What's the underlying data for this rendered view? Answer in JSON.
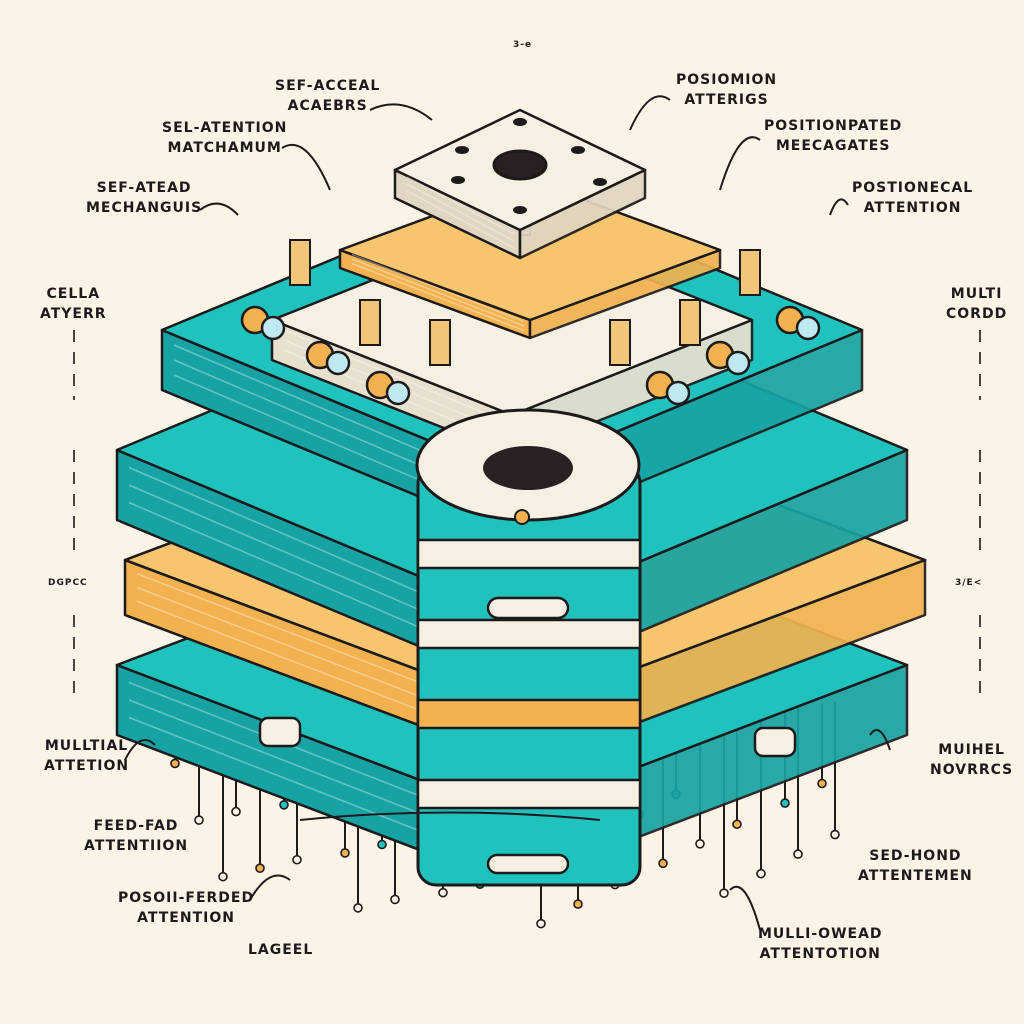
{
  "top_marker": "3-e",
  "side_markers": {
    "left": "DGPCC",
    "right": "3/E<"
  },
  "labels": [
    {
      "id": "sef-acceal",
      "lines": [
        "SEF-ACCEAL",
        "ACAEBRS"
      ]
    },
    {
      "id": "sel-attention",
      "lines": [
        "SEL-ATENTION",
        "MATCHAMUM"
      ]
    },
    {
      "id": "sef-atead",
      "lines": [
        "SEF-ATEAD",
        "MECHANGUIS"
      ]
    },
    {
      "id": "cella",
      "lines": [
        "CELLA",
        "ATYERR"
      ]
    },
    {
      "id": "posiomion",
      "lines": [
        "POSIOMION",
        "ATTERIGS"
      ]
    },
    {
      "id": "positionpated",
      "lines": [
        "POSITIONPATED",
        "MEECAGATES"
      ]
    },
    {
      "id": "postionecal",
      "lines": [
        "POSTIONECAL",
        "ATTENTION"
      ]
    },
    {
      "id": "multi-cordd",
      "lines": [
        "MULTI",
        "CORDD"
      ]
    },
    {
      "id": "multial",
      "lines": [
        "MULLTIAL",
        "ATTETION"
      ]
    },
    {
      "id": "feed-fad",
      "lines": [
        "FEED-FAD",
        "ATTENTIION"
      ]
    },
    {
      "id": "posoii",
      "lines": [
        "POSOII-FERDED",
        "ATTENTION"
      ]
    },
    {
      "id": "lageel",
      "lines": [
        "LAGEEL"
      ]
    },
    {
      "id": "mulihel",
      "lines": [
        "MUIHEL",
        "NOVRRCS"
      ]
    },
    {
      "id": "sed-hond",
      "lines": [
        "SED-HOND",
        "ATTENTEMEN"
      ]
    },
    {
      "id": "multi-owead",
      "lines": [
        "MULLI-OWEAD",
        "ATTENTOTION"
      ]
    }
  ],
  "colors": {
    "teal": "#1fc2bd",
    "teal_dark": "#17a3a3",
    "orange": "#f2b24f",
    "cream": "#f6f0e2",
    "ink": "#1d1a1c",
    "background": "#fbf3e6"
  }
}
